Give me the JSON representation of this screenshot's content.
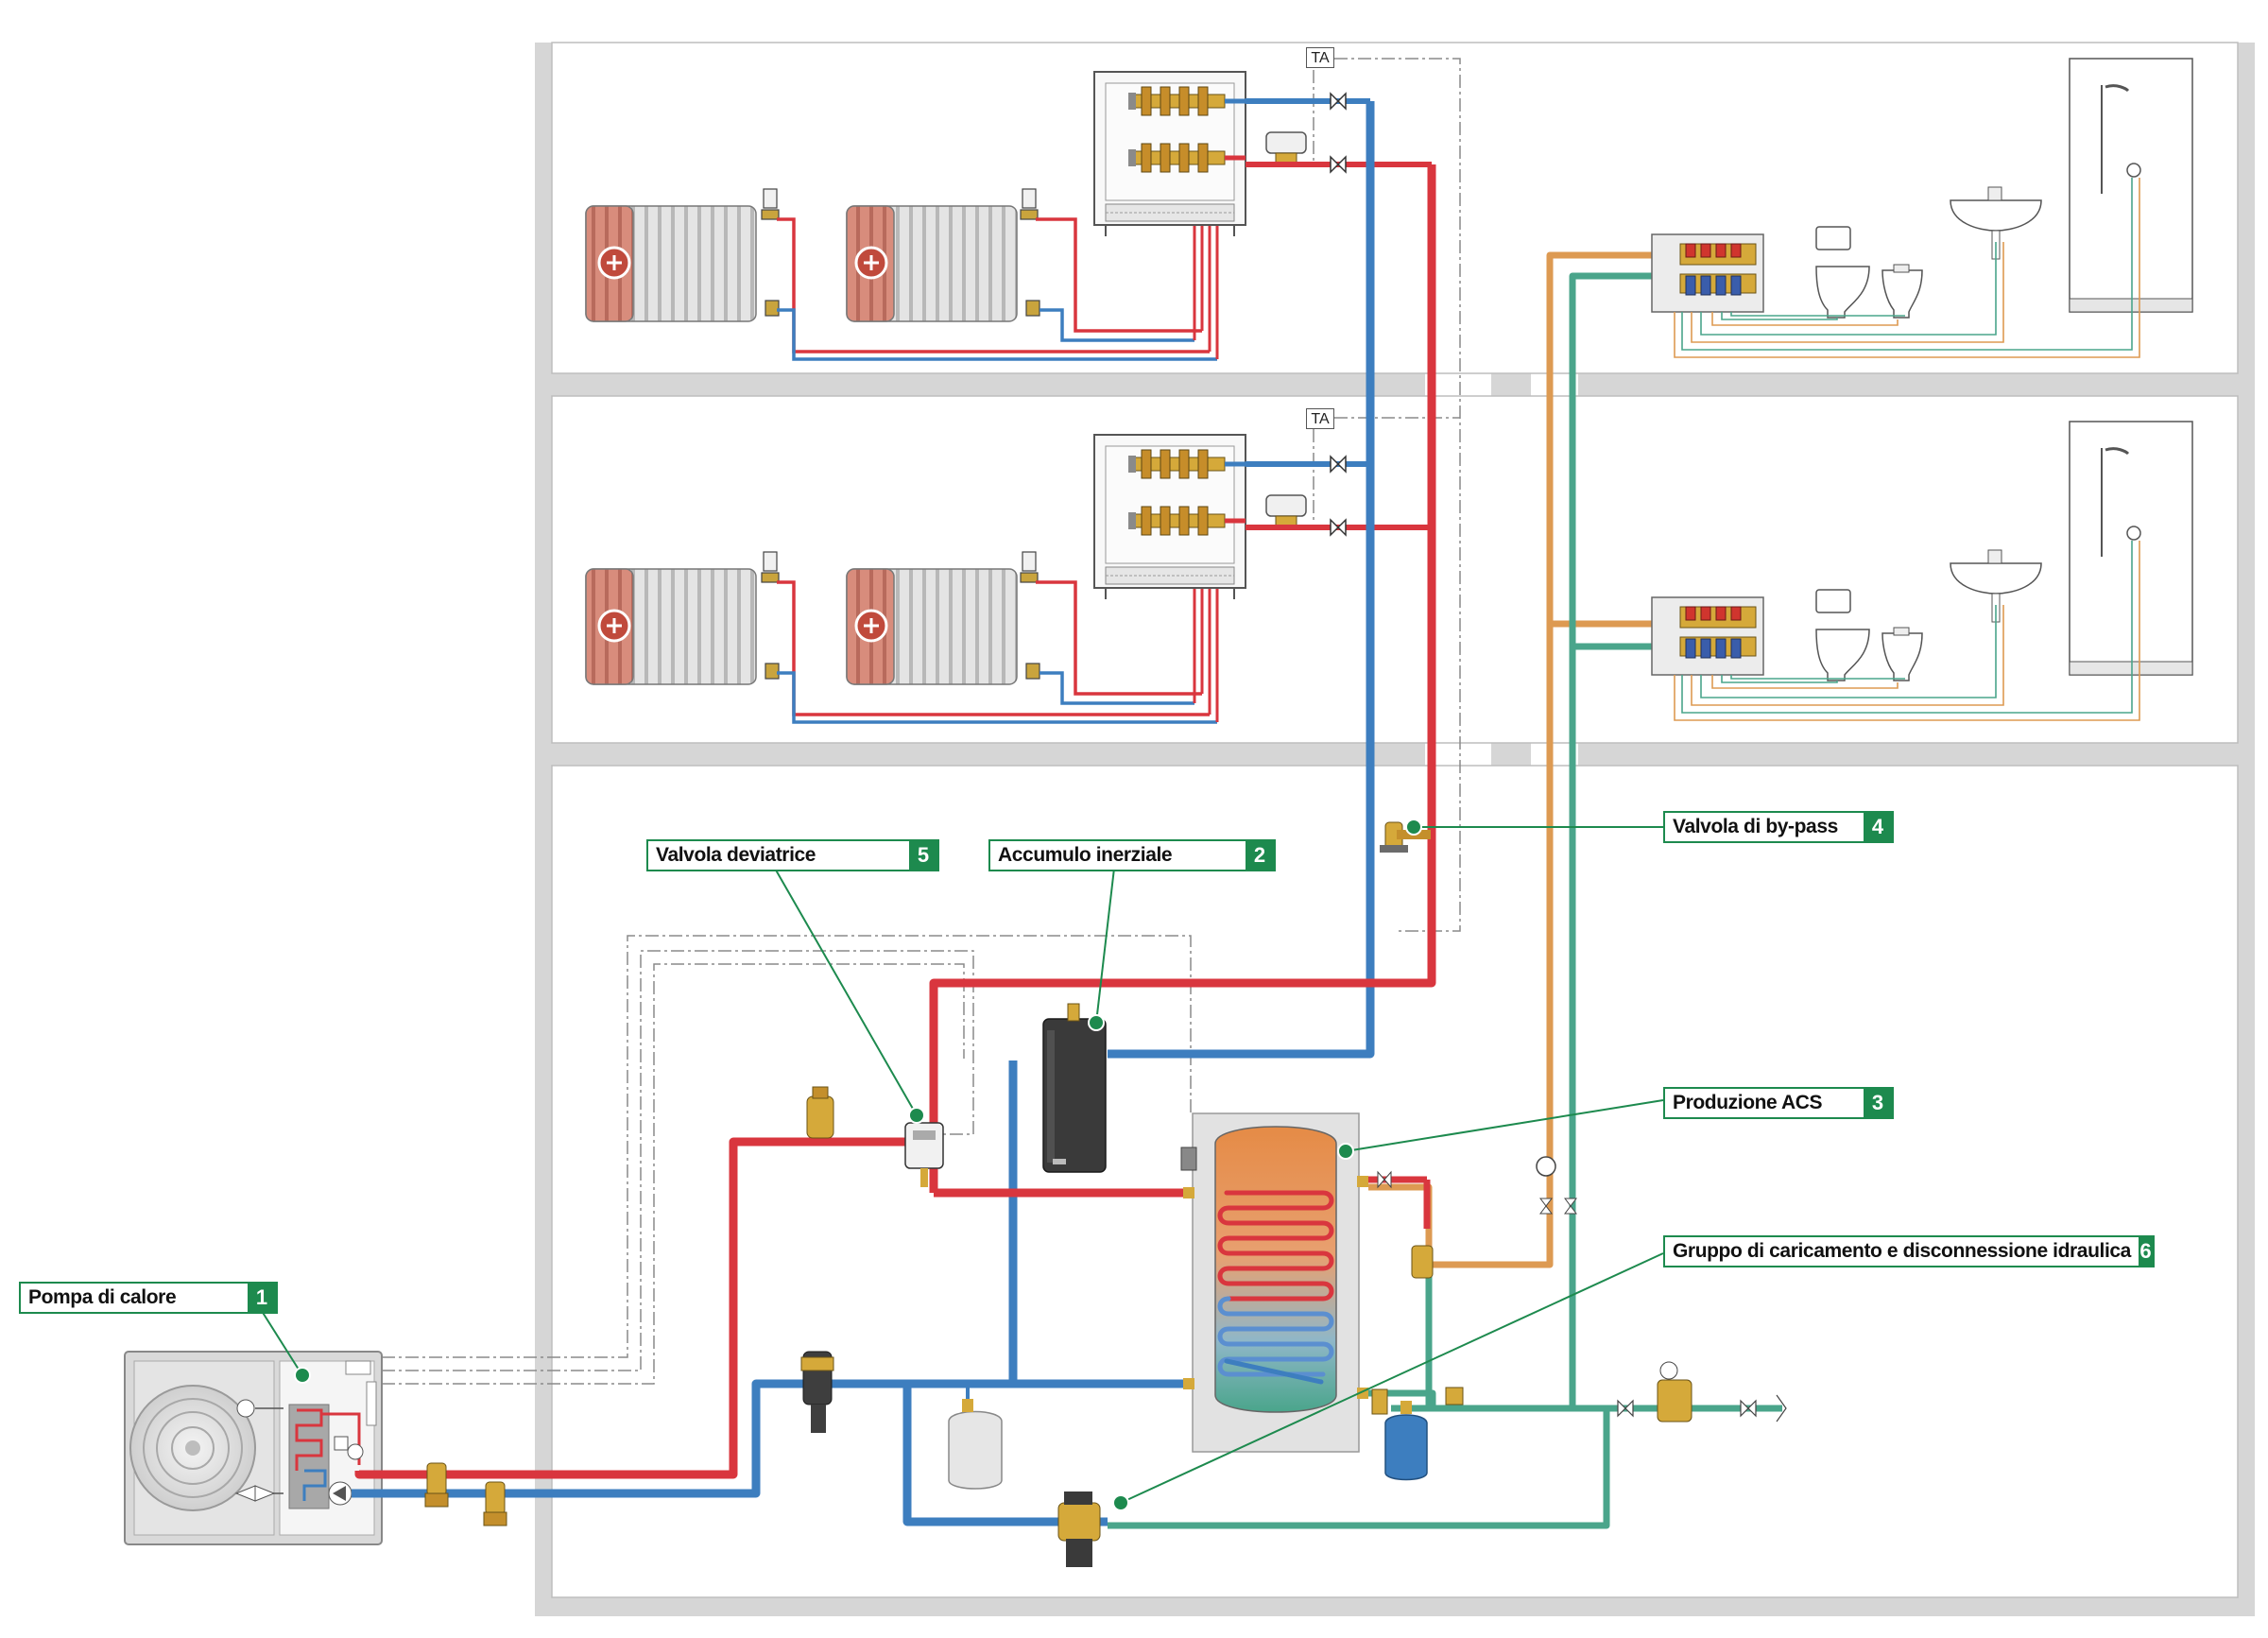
{
  "callouts": [
    {
      "id": "heat-pump",
      "label": "Pompa di calore",
      "number": "1"
    },
    {
      "id": "buffer-tank",
      "label": "Accumulo inerziale",
      "number": "2"
    },
    {
      "id": "dhw-production",
      "label": "Produzione ACS",
      "number": "3"
    },
    {
      "id": "bypass-valve",
      "label": "Valvola di by-pass",
      "number": "4"
    },
    {
      "id": "diverter-valve",
      "label": "Valvola deviatrice",
      "number": "5"
    },
    {
      "id": "filling-group",
      "label": "Gruppo di caricamento e disconnessione idraulica",
      "number": "6"
    }
  ],
  "thermostat_labels": [
    "TA",
    "TA"
  ],
  "colors": {
    "flow_hot": "#d9363e",
    "return_cold": "#3d7ebf",
    "dhw_hot": "#dd9a52",
    "cold_water": "#4aa58b",
    "callout_green": "#1d8a4e",
    "wall_gray": "#d6d6d6",
    "brass": "#d3a736"
  }
}
